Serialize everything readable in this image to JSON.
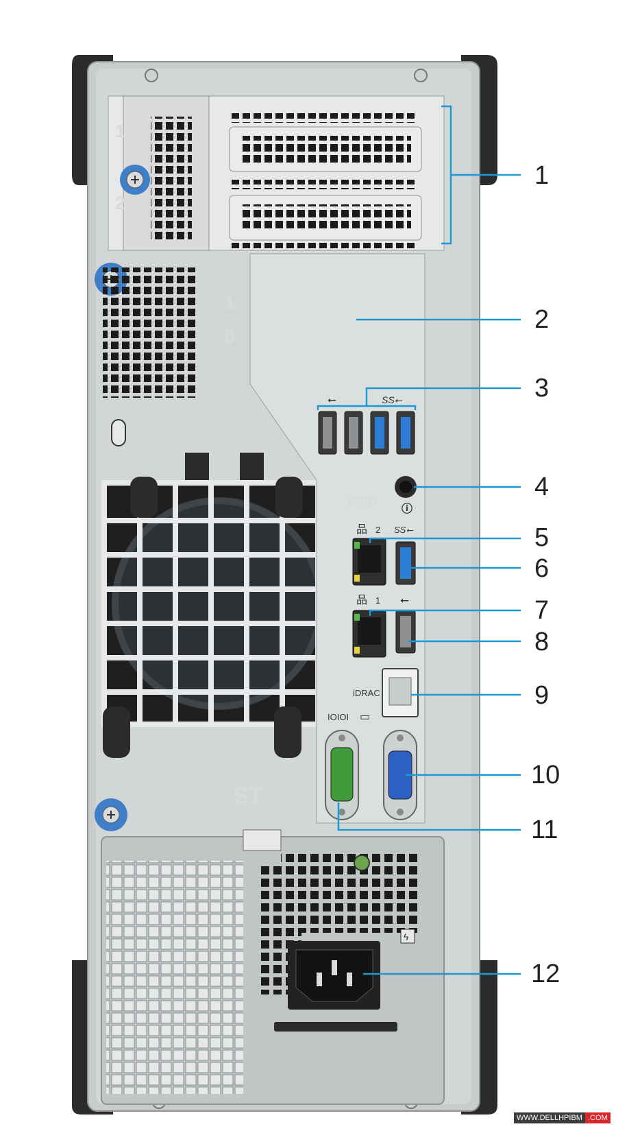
{
  "callouts": [
    {
      "number": "1"
    },
    {
      "number": "2"
    },
    {
      "number": "3"
    },
    {
      "number": "4"
    },
    {
      "number": "5"
    },
    {
      "number": "6"
    },
    {
      "number": "7"
    },
    {
      "number": "8"
    },
    {
      "number": "9"
    },
    {
      "number": "10"
    },
    {
      "number": "11"
    },
    {
      "number": "12"
    }
  ],
  "panel_labels": {
    "slot_1": "1",
    "slot_2": "2",
    "drive_1": "1",
    "drive_0": "0",
    "ppid": "PPID",
    "nic_2": "2",
    "nic_1": "1",
    "idrac": "iDRAC",
    "serial": "IOIOI",
    "st": "ST"
  },
  "watermark": {
    "left": "WWW.DELLHPIBM",
    "right": ".COM"
  },
  "colors": {
    "chassis": "#c9cccd",
    "panel": "#e6e8e9",
    "frame": "#2b2b2b",
    "callout_line": "#1d9ad6",
    "usb3_blue": "#2a7fd4",
    "serial_green": "#3f9a3a",
    "vga_blue": "#2b62c2",
    "thumbscrew_blue": "#3f7fc8",
    "latch_orange": "#e8782a"
  }
}
